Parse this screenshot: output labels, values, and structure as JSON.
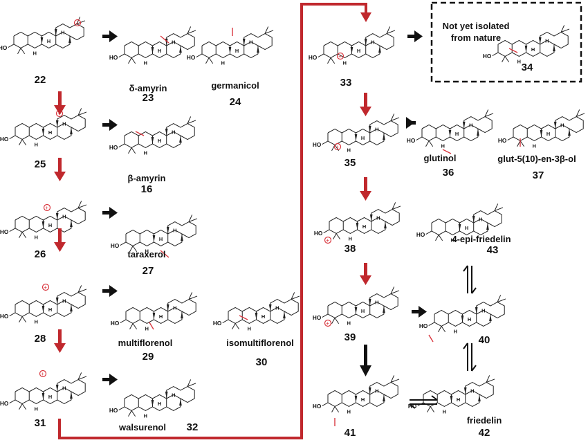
{
  "compounds": [
    {
      "id": "22",
      "number": "22",
      "name": ""
    },
    {
      "id": "23",
      "number": "23",
      "name": "δ-amyrin"
    },
    {
      "id": "24",
      "number": "24",
      "name": "germanicol"
    },
    {
      "id": "25",
      "number": "25",
      "name": ""
    },
    {
      "id": "16",
      "number": "16",
      "name": "β-amyrin"
    },
    {
      "id": "26",
      "number": "26",
      "name": ""
    },
    {
      "id": "27",
      "number": "27",
      "name": "taraxerol"
    },
    {
      "id": "28",
      "number": "28",
      "name": ""
    },
    {
      "id": "29",
      "number": "29",
      "name": "multiflorenol"
    },
    {
      "id": "30",
      "number": "30",
      "name": "isomultiflorenol"
    },
    {
      "id": "31",
      "number": "31",
      "name": ""
    },
    {
      "id": "32",
      "number": "32",
      "name": "walsurenol"
    },
    {
      "id": "33",
      "number": "33",
      "name": ""
    },
    {
      "id": "34",
      "number": "34",
      "name": ""
    },
    {
      "id": "35",
      "number": "35",
      "name": ""
    },
    {
      "id": "36",
      "number": "36",
      "name": "glutinol"
    },
    {
      "id": "37",
      "number": "37",
      "name": "glut-5(10)-en-3β-ol"
    },
    {
      "id": "38",
      "number": "38",
      "name": ""
    },
    {
      "id": "43",
      "number": "43",
      "name": "4-epi-friedelin"
    },
    {
      "id": "39",
      "number": "39",
      "name": ""
    },
    {
      "id": "40",
      "number": "40",
      "name": ""
    },
    {
      "id": "41",
      "number": "41",
      "name": ""
    },
    {
      "id": "42",
      "number": "42",
      "name": "friedelin"
    }
  ],
  "note": "Not yet isolated from nature",
  "colors": {
    "pathway": "#c0282d",
    "product": "#111111",
    "highlight": "#d9363e",
    "bond": "#222222"
  }
}
